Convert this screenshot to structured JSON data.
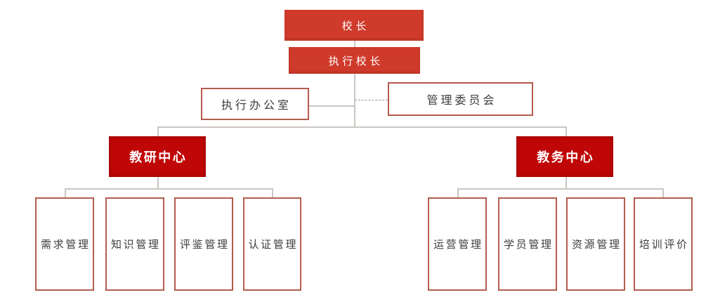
{
  "theme": {
    "red_fill": "#CF3A2B",
    "dark_red_fill": "#C00707",
    "outline_red": "#B35C4E",
    "line_gray": "#CAC6C1",
    "dash_gray": "#999999",
    "text_dark": "#3C3C3C",
    "text_white": "#FFFFFF",
    "background": "#FFFFFF"
  },
  "org": {
    "root": {
      "label": "校长"
    },
    "level2": {
      "label": "执行校长"
    },
    "staff_left": {
      "label": "执行办公室"
    },
    "staff_right": {
      "label": "管理委员会"
    },
    "centers": [
      {
        "label": "教研中心",
        "children": [
          "需求管理",
          "知识管理",
          "评鉴管理",
          "认证管理"
        ]
      },
      {
        "label": "教务中心",
        "children": [
          "运营管理",
          "学员管理",
          "资源管理",
          "培训评价"
        ]
      }
    ]
  }
}
